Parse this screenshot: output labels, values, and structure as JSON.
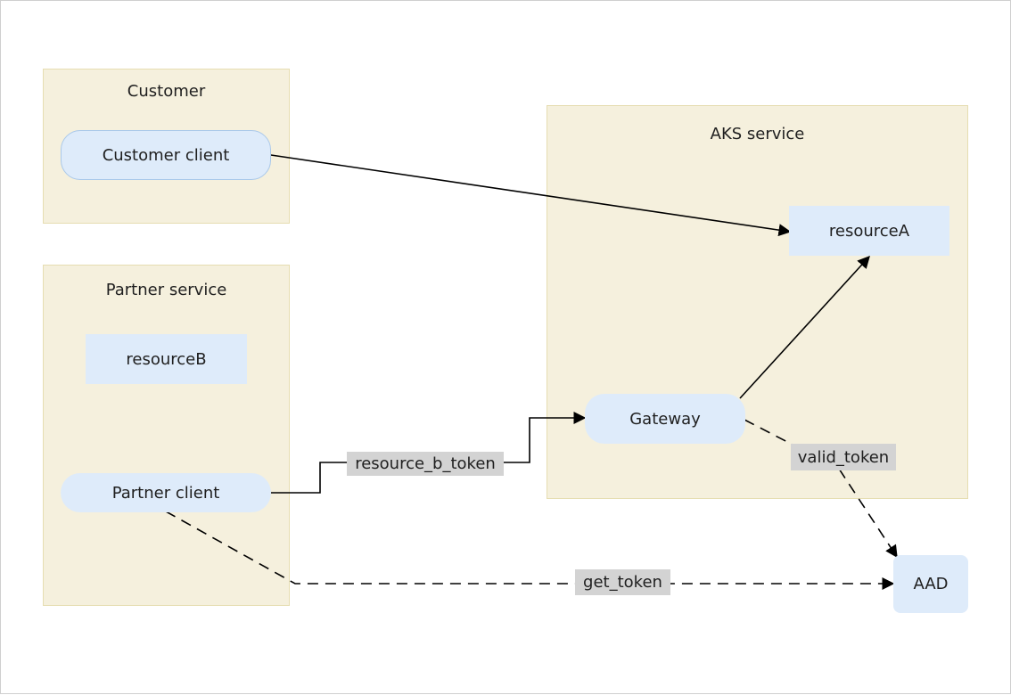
{
  "groups": {
    "customer": {
      "title": "Customer"
    },
    "partner_service": {
      "title": "Partner service"
    },
    "aks_service": {
      "title": "AKS service"
    }
  },
  "nodes": {
    "customer_client": "Customer client",
    "resource_a": "resourceA",
    "resource_b": "resourceB",
    "partner_client": "Partner client",
    "gateway": "Gateway",
    "aad": "AAD"
  },
  "edge_labels": {
    "resource_b_token": "resource_b_token",
    "valid_token": "valid_token",
    "get_token": "get_token"
  },
  "colors": {
    "group_fill": "#f5f0dd",
    "node_fill": "#deebfa",
    "label_fill": "#d3d3d3",
    "edge": "#000000"
  }
}
